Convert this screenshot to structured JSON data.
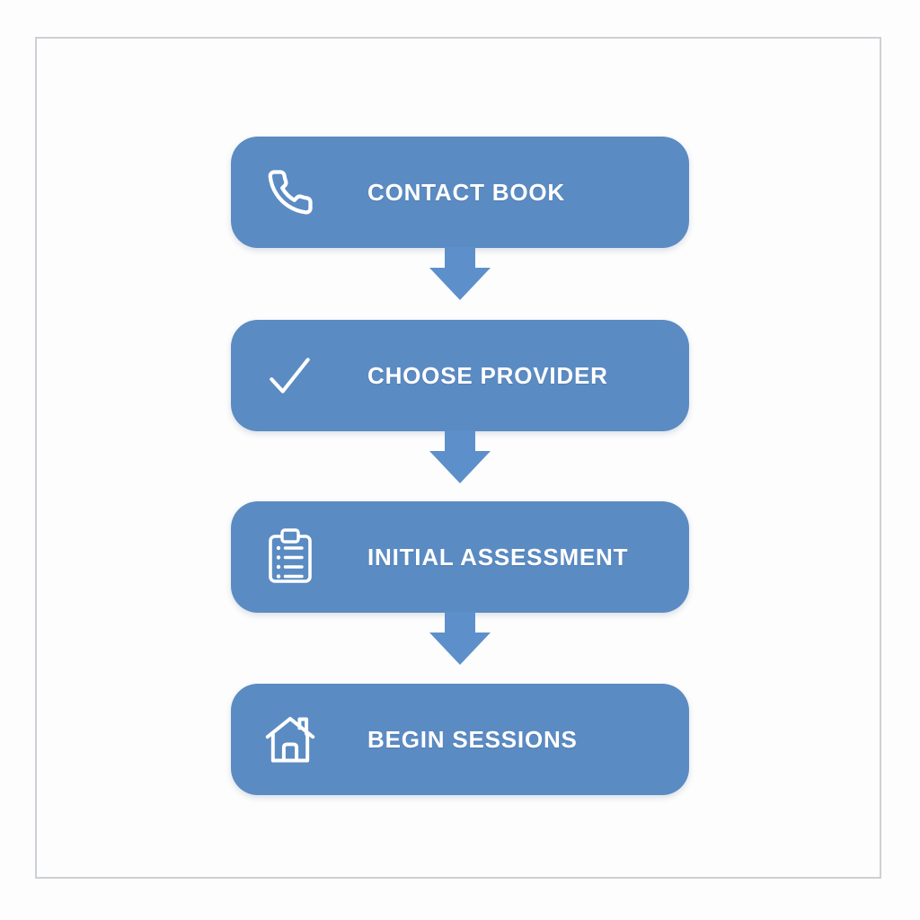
{
  "flow": {
    "title": "",
    "steps": [
      {
        "label": "CONTACT BOOK",
        "icon": "phone-icon"
      },
      {
        "label": "CHOOSE PROVIDER",
        "icon": "check-icon"
      },
      {
        "label": "INITIAL ASSESSMENT",
        "icon": "clipboard-icon"
      },
      {
        "label": "BEGIN SESSIONS",
        "icon": "home-icon"
      }
    ],
    "connector": "down-arrow"
  },
  "colors": {
    "box_fill": "#5b8bc3",
    "arrow_fill": "#5d90ca",
    "label_color": "#ffffff",
    "frame_border": "#cdd0d4",
    "page_bg": "#fdfdfd"
  }
}
